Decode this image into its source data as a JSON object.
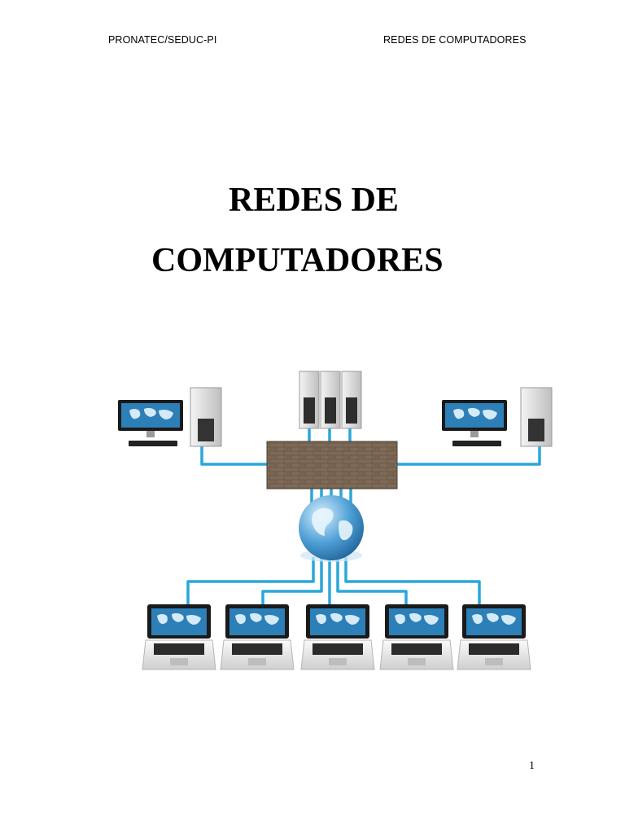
{
  "header": {
    "left": "PRONATEC/SEDUC-PI",
    "right": "REDES DE COMPUTADORES"
  },
  "title": {
    "line1": "REDES DE",
    "line2": "COMPUTADORES"
  },
  "illustration": {
    "icons": [
      "desktop-computer-icon",
      "server-rack-icon",
      "firewall-icon",
      "globe-icon",
      "laptop-icon",
      "cable-icon"
    ],
    "colors": {
      "cable": "#2aa7d9",
      "firewall": "#6b5a48",
      "globe_ocean": "#3d8fc6",
      "screen": "#2d7fb8"
    }
  },
  "footer": {
    "page_number": "1"
  }
}
